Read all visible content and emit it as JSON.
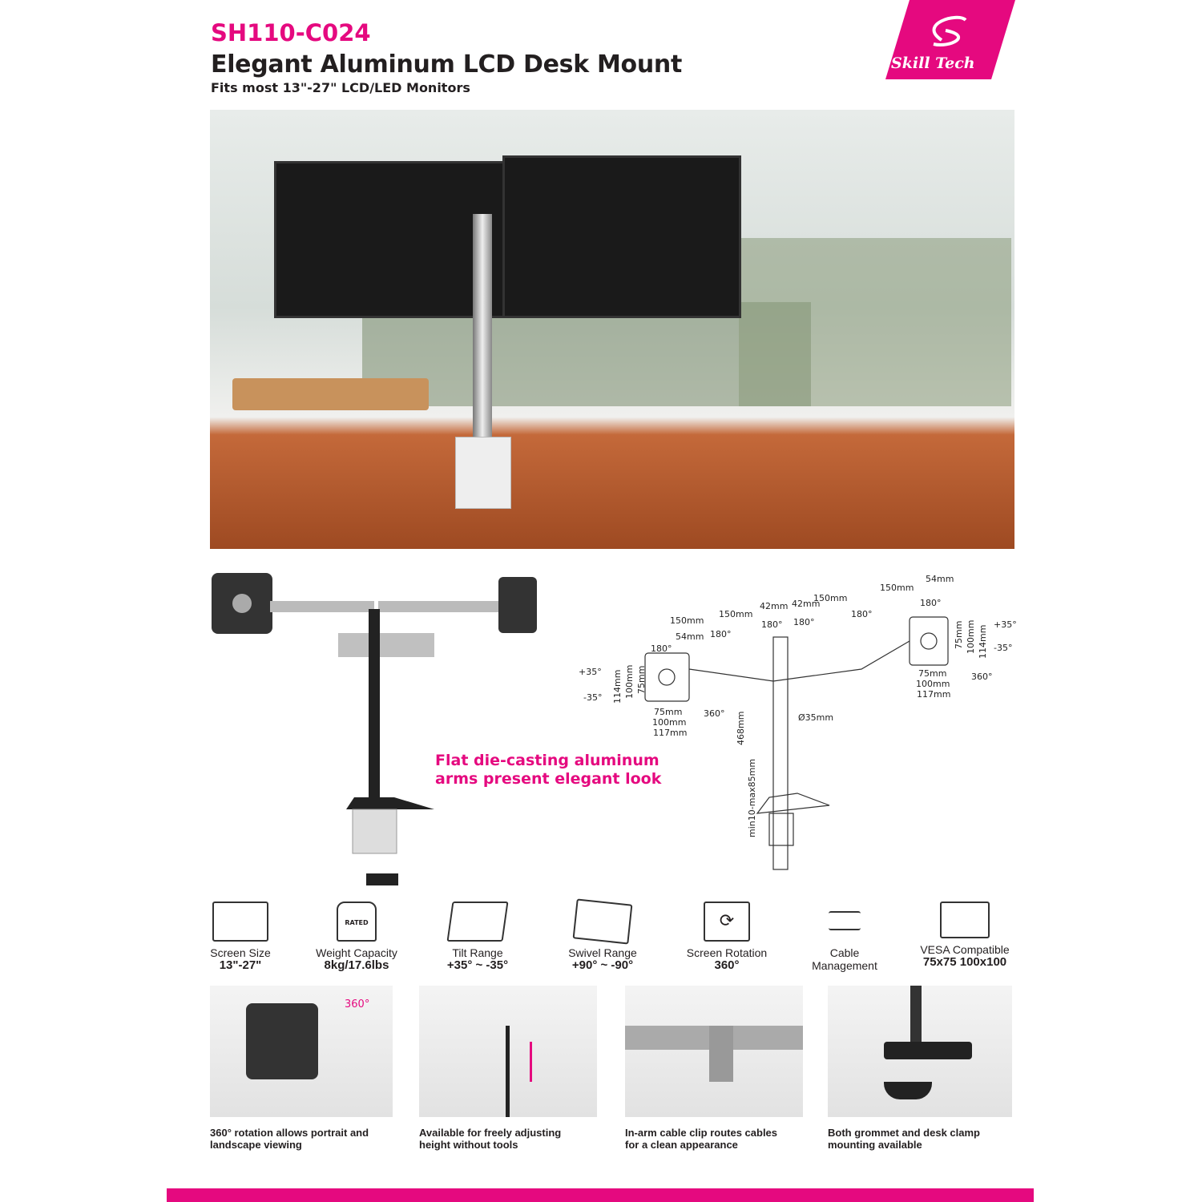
{
  "header": {
    "model": "SH110-C024",
    "title": "Elegant Aluminum LCD Desk Mount",
    "subtitle": "Fits most 13\"-27\" LCD/LED Monitors"
  },
  "logo": {
    "text": "Skill Tech",
    "color": "#e5097f"
  },
  "accent_color": "#e5097f",
  "product": {
    "tagline_1": "Flat die-casting aluminum",
    "tagline_2": "arms present elegant look"
  },
  "diagram": {
    "labels": [
      "150mm",
      "150mm",
      "42mm",
      "42mm",
      "150mm",
      "150mm",
      "54mm",
      "54mm",
      "180°",
      "180°",
      "180°",
      "180°",
      "180°",
      "180°",
      "+35°",
      "-35°",
      "+35°",
      "-35°",
      "360°",
      "360°",
      "114mm",
      "100mm",
      "75mm",
      "114mm",
      "100mm",
      "75mm",
      "75mm",
      "100mm",
      "117mm",
      "75mm",
      "100mm",
      "117mm",
      "Ø35mm",
      "468mm",
      "min10-max85mm"
    ]
  },
  "features": [
    {
      "icon": "screen-size-icon",
      "label": "Screen Size",
      "value": "13\"-27\""
    },
    {
      "icon": "weight-icon",
      "label": "Weight Capacity",
      "value": "8kg/17.6lbs",
      "badge": "RATED"
    },
    {
      "icon": "tilt-icon",
      "label": "Tilt Range",
      "value": "+35° ~ -35°"
    },
    {
      "icon": "swivel-icon",
      "label": "Swivel Range",
      "value": "+90° ~ -90°"
    },
    {
      "icon": "rotation-icon",
      "label": "Screen Rotation",
      "value": "360°"
    },
    {
      "icon": "cable-icon",
      "label": "Cable",
      "value2": "Management"
    },
    {
      "icon": "vesa-icon",
      "label": "VESA Compatible",
      "value": "75x75 100x100"
    }
  ],
  "tiles": [
    {
      "caption1": "360° rotation allows portrait and",
      "caption2": "landscape viewing",
      "badge": "360°"
    },
    {
      "caption1": "Available for freely adjusting",
      "caption2": "height without tools"
    },
    {
      "caption1": "In-arm cable clip routes cables",
      "caption2": "for a clean appearance"
    },
    {
      "caption1": "Both grommet and desk clamp",
      "caption2": "mounting available"
    }
  ]
}
